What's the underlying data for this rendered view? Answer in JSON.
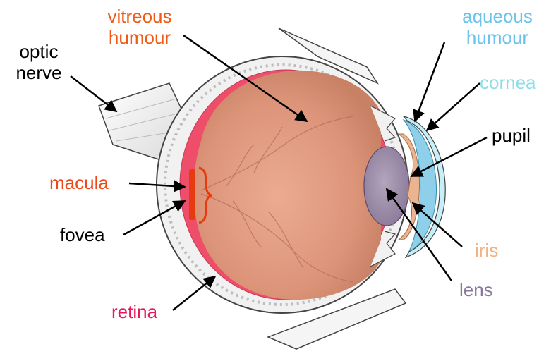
{
  "labels": {
    "vitreous_humour": "vitreous\nhumour",
    "optic_nerve": "optic\nnerve",
    "aqueous_humour": "aqueous\nhumour",
    "cornea": "cornea",
    "pupil": "pupil",
    "macula": "macula",
    "fovea": "fovea",
    "iris": "iris",
    "lens": "lens",
    "retina": "retina"
  },
  "colors": {
    "vitreous_humour": "#f05a14",
    "optic_nerve": "#000000",
    "aqueous_humour": "#6cc3ec",
    "cornea": "#8fdde8",
    "pupil": "#000000",
    "macula": "#ee4a17",
    "fovea": "#000000",
    "iris": "#f2b283",
    "lens": "#8a76a0",
    "retina": "#e8185a",
    "eye_interior": "#e79a7e",
    "eye_interior_dark": "#c97f66",
    "sclera": "#f1f1f1",
    "choroid": "#ef4e6b",
    "lens_fill": "#9c8aa6",
    "cornea_fill": "#b4e8f4",
    "aqueous_fill": "#8ed0ea",
    "iris_fill": "#e9b48f",
    "macula_mark": "#e63a10"
  }
}
